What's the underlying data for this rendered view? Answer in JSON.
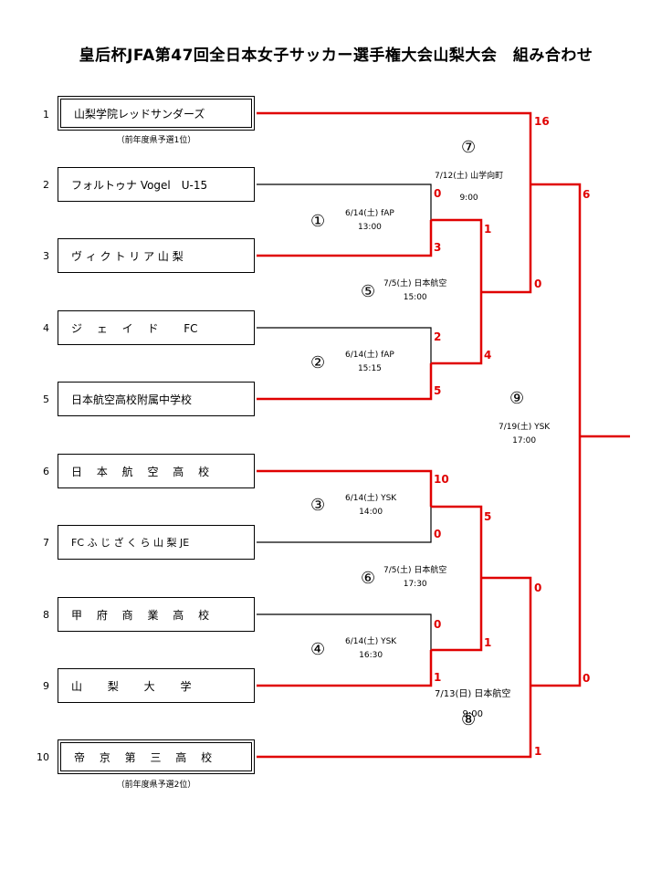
{
  "title": "皇后杯JFA第47回全日本女子サッカー選手権大会山梨大会　組み合わせ",
  "colors": {
    "winner_line": "#e00000",
    "normal_line": "#000000",
    "score_text": "#e00000"
  },
  "teams": [
    {
      "seed": "1",
      "name": "山梨学院レッドサンダーズ",
      "note": "（前年度県予選1位）"
    },
    {
      "seed": "2",
      "name": "フォルトゥナ Vogel　U-15",
      "note": ""
    },
    {
      "seed": "3",
      "name": "ヴ ィ ク ト リ ア 山 梨",
      "note": ""
    },
    {
      "seed": "4",
      "name": "ジ　 ェ　 イ　 ド　　 FC",
      "note": ""
    },
    {
      "seed": "5",
      "name": "日本航空高校附属中学校",
      "note": ""
    },
    {
      "seed": "6",
      "name": "日　 本　 航　 空　 高　 校",
      "note": ""
    },
    {
      "seed": "7",
      "name": "FC ふ じ ざ く ら 山 梨 JE",
      "note": ""
    },
    {
      "seed": "8",
      "name": "甲　 府　 商　 業　 高　 校",
      "note": ""
    },
    {
      "seed": "9",
      "name": "山　　 梨　　 大　　 学",
      "note": ""
    },
    {
      "seed": "10",
      "name": "帝　 京　 第　 三　 高　 校",
      "note": "（前年度県予選2位）"
    }
  ],
  "matches": [
    {
      "num": "①",
      "date": "6/14(土)  fAP",
      "time": "13:00"
    },
    {
      "num": "②",
      "date": "6/14(土)  fAP",
      "time": "15:15"
    },
    {
      "num": "③",
      "date": "6/14(土)  YSK",
      "time": "14:00"
    },
    {
      "num": "④",
      "date": "6/14(土)  YSK",
      "time": "16:30"
    },
    {
      "num": "⑤",
      "date": "7/5(土)  日本航空",
      "time": "15:00"
    },
    {
      "num": "⑥",
      "date": "7/5(土)  日本航空",
      "time": "17:30"
    },
    {
      "num": "⑦",
      "date": "7/12(土) 山学向町",
      "time": "9:00"
    },
    {
      "num": "⑧",
      "date": "7/13(日) 日本航空",
      "time": "9:00"
    },
    {
      "num": "⑨",
      "date": "7/19(土) YSK",
      "time": "17:00"
    }
  ],
  "scores": {
    "m1": [
      "0",
      "3"
    ],
    "m2": [
      "2",
      "5"
    ],
    "m3": [
      "10",
      "0"
    ],
    "m4": [
      "0",
      "1"
    ],
    "m5": [
      "1",
      "4"
    ],
    "m6": [
      "5",
      "1"
    ],
    "m7": [
      "16",
      "0"
    ],
    "m8": [
      "0",
      "1"
    ],
    "m9": [
      "6",
      "0"
    ]
  }
}
